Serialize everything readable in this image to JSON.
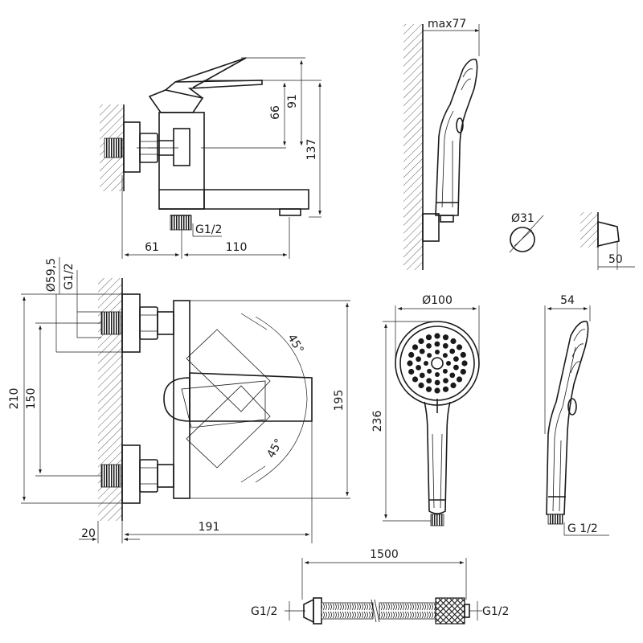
{
  "labels": {
    "max77": "max77",
    "d91": "91",
    "d66": "66",
    "d137": "137",
    "g12_top": "G1/2",
    "d61": "61",
    "d110": "110",
    "d31": "Ø31",
    "d50": "50",
    "d59": "Ø59,5",
    "g12_side": "G1/2",
    "d210": "210",
    "d150": "150",
    "a45_top": "45°",
    "a45_bot": "45°",
    "d195": "195",
    "d20": "20",
    "d191": "191",
    "d100": "Ø100",
    "d236": "236",
    "d54": "54",
    "g12_shower": "G 1/2",
    "d1500": "1500",
    "g12_hose_l": "G1/2",
    "g12_hose_r": "G1/2"
  }
}
